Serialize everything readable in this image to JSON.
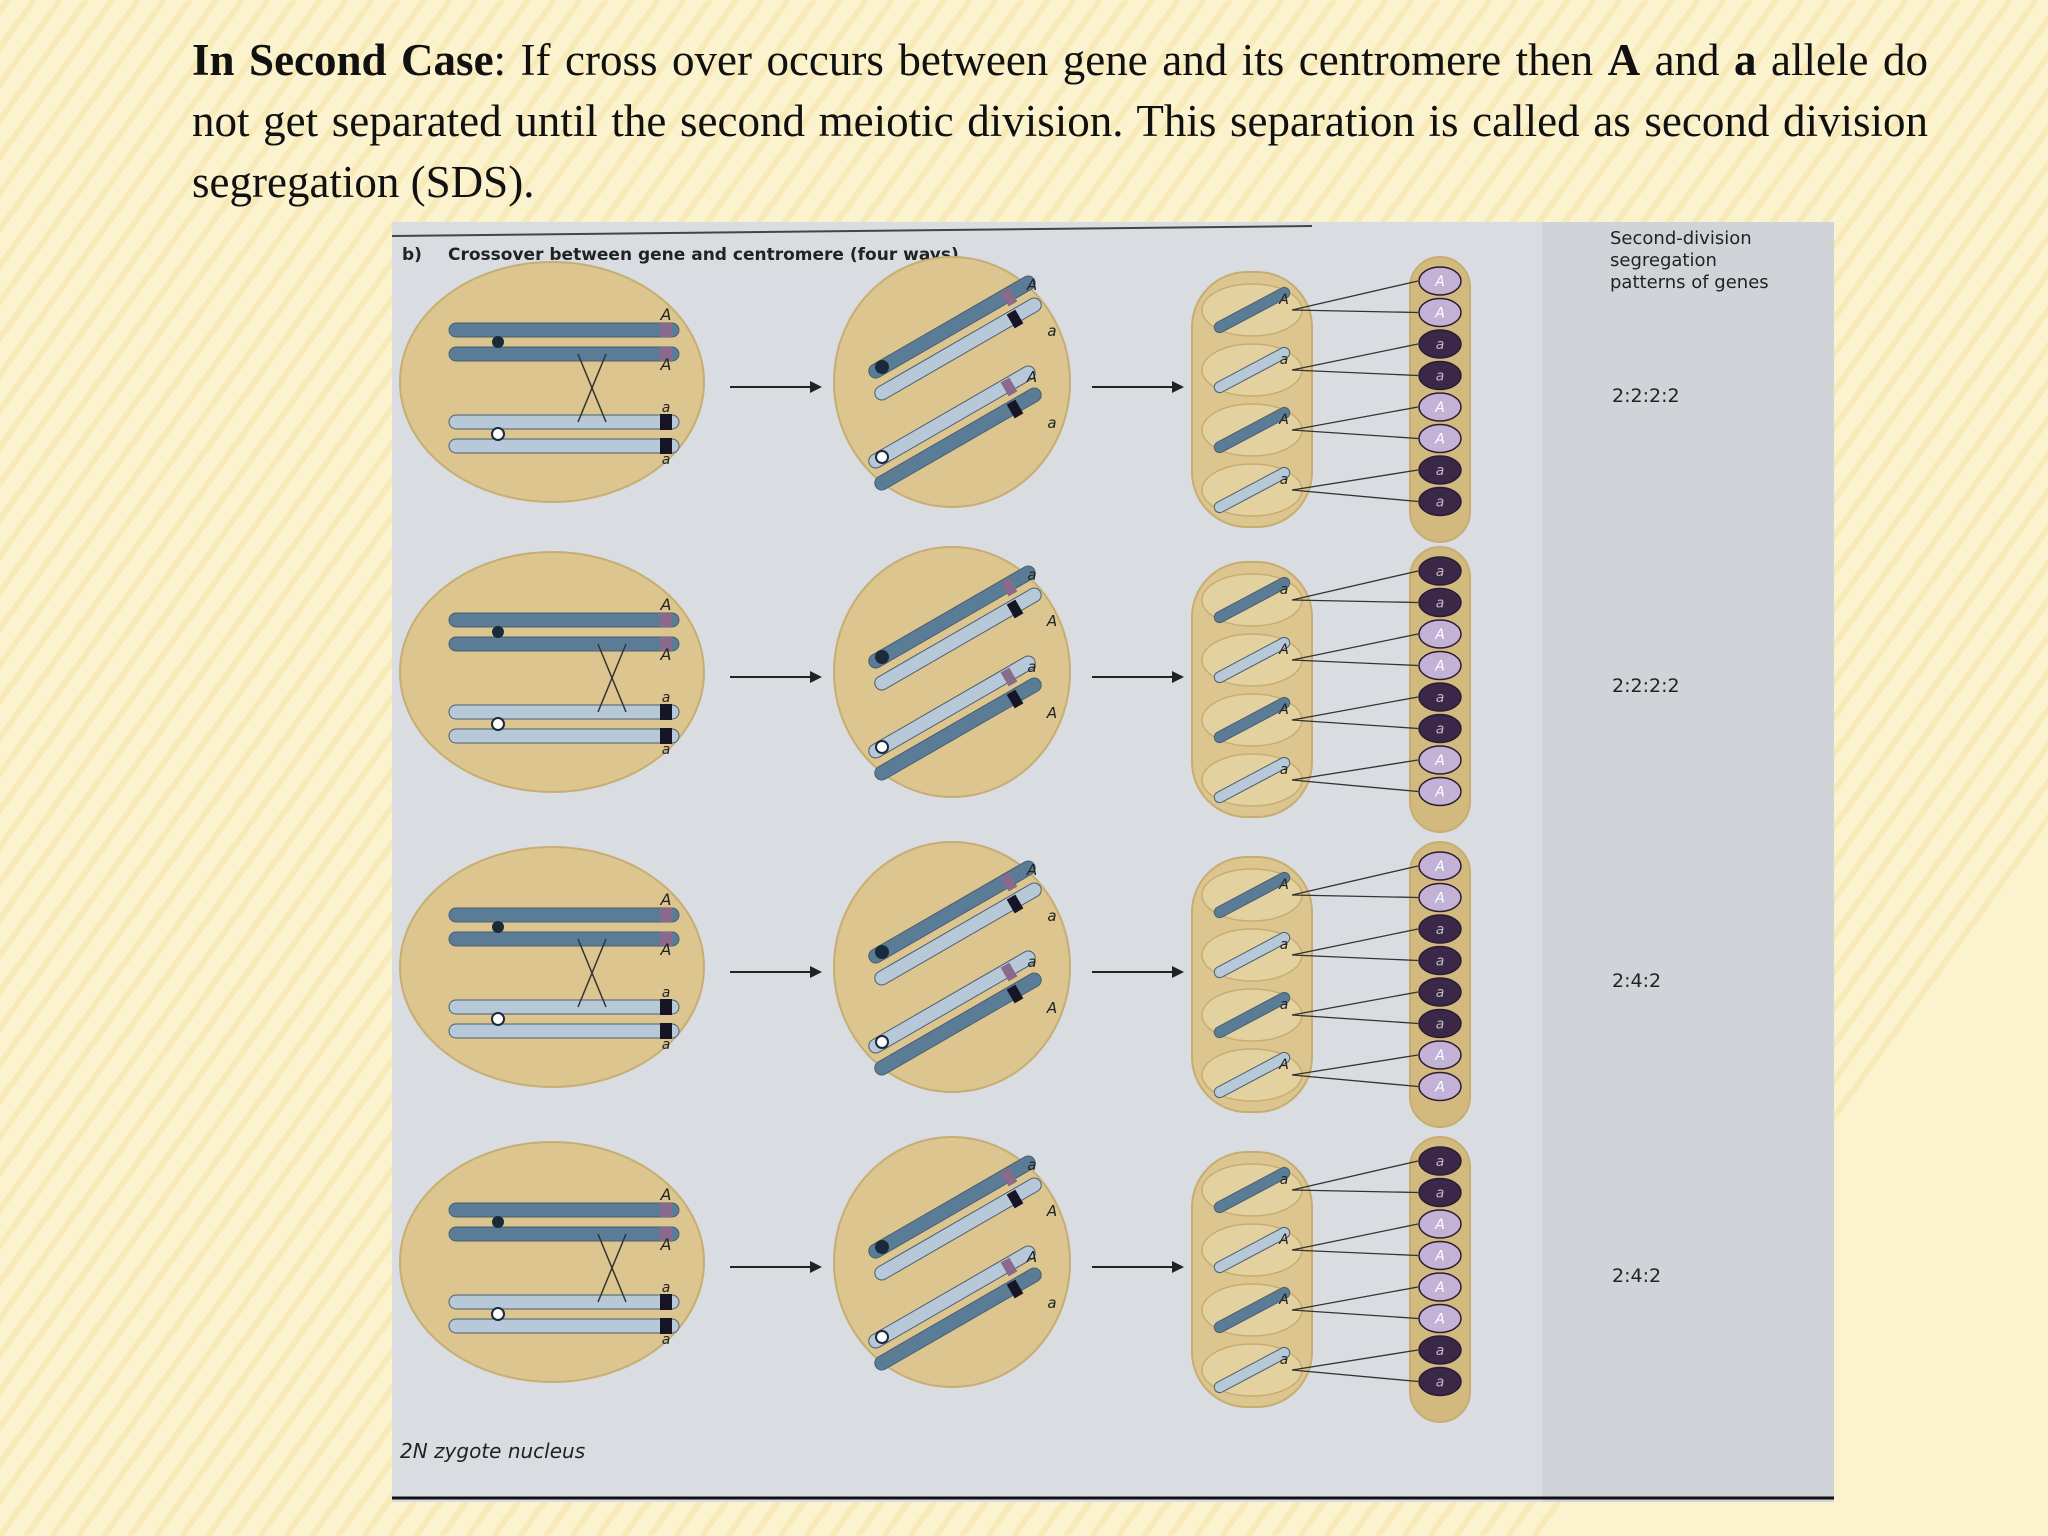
{
  "heading": {
    "lead": "In Second Case",
    "part1": ": If cross over occurs between gene and its centromere then ",
    "allele_upper": "A",
    "and_word": " and ",
    "allele_lower": "a",
    "part2": " allele do not get separated until the second meiotic division. This separation is called as second division segregation (SDS)."
  },
  "figure": {
    "panel_label": "b)",
    "panel_title": "Crossover between gene and centromere (four ways)",
    "column_header": [
      "Second-division",
      "segregation",
      "patterns of genes"
    ],
    "bottom_label": "2N zygote nucleus",
    "allele_dominant": "A",
    "allele_recessive": "a",
    "rows": [
      {
        "pattern": "2:2:2:2",
        "stage1_top_labels": [
          "A",
          "A"
        ],
        "stage1_bottom_labels": [
          "a",
          "a"
        ],
        "stage2_labels": [
          "A",
          "a",
          "A",
          "a"
        ],
        "stage3_labels": [
          "A",
          "a",
          "A",
          "a"
        ],
        "spores": [
          "A",
          "A",
          "a",
          "a",
          "A",
          "A",
          "a",
          "a"
        ]
      },
      {
        "pattern": "2:2:2:2",
        "stage1_top_labels": [
          "A",
          "A"
        ],
        "stage1_bottom_labels": [
          "a",
          "a"
        ],
        "stage2_labels": [
          "a",
          "A",
          "a",
          "A"
        ],
        "stage3_labels": [
          "a",
          "A",
          "A",
          "a"
        ],
        "spores": [
          "a",
          "a",
          "A",
          "A",
          "a",
          "a",
          "A",
          "A"
        ]
      },
      {
        "pattern": "2:4:2",
        "stage1_top_labels": [
          "A",
          "A"
        ],
        "stage1_bottom_labels": [
          "a",
          "a"
        ],
        "stage2_labels": [
          "A",
          "a",
          "a",
          "A"
        ],
        "stage3_labels": [
          "A",
          "a",
          "a",
          "A"
        ],
        "spores": [
          "A",
          "A",
          "a",
          "a",
          "a",
          "a",
          "A",
          "A"
        ]
      },
      {
        "pattern": "2:4:2",
        "stage1_top_labels": [
          "A",
          "A"
        ],
        "stage1_bottom_labels": [
          "a",
          "a"
        ],
        "stage2_labels": [
          "a",
          "A",
          "A",
          "a"
        ],
        "stage3_labels": [
          "a",
          "A",
          "A",
          "a"
        ],
        "spores": [
          "a",
          "a",
          "A",
          "A",
          "A",
          "A",
          "a",
          "a"
        ]
      }
    ]
  },
  "colors": {
    "slide_bg": "#fbf0c6",
    "stripe": "#f3d88c",
    "paper": "#d9dde1",
    "cell": "#dcc58e",
    "cell_edge": "#c7ad72",
    "chrom_dark": "#5b7c96",
    "chrom_light": "#b7c9d8",
    "allele_A_band": "#8a6a8c",
    "allele_a_band": "#151525",
    "spore_A": "#c4b2d6",
    "spore_a": "#3b2748",
    "text": "#111111"
  }
}
